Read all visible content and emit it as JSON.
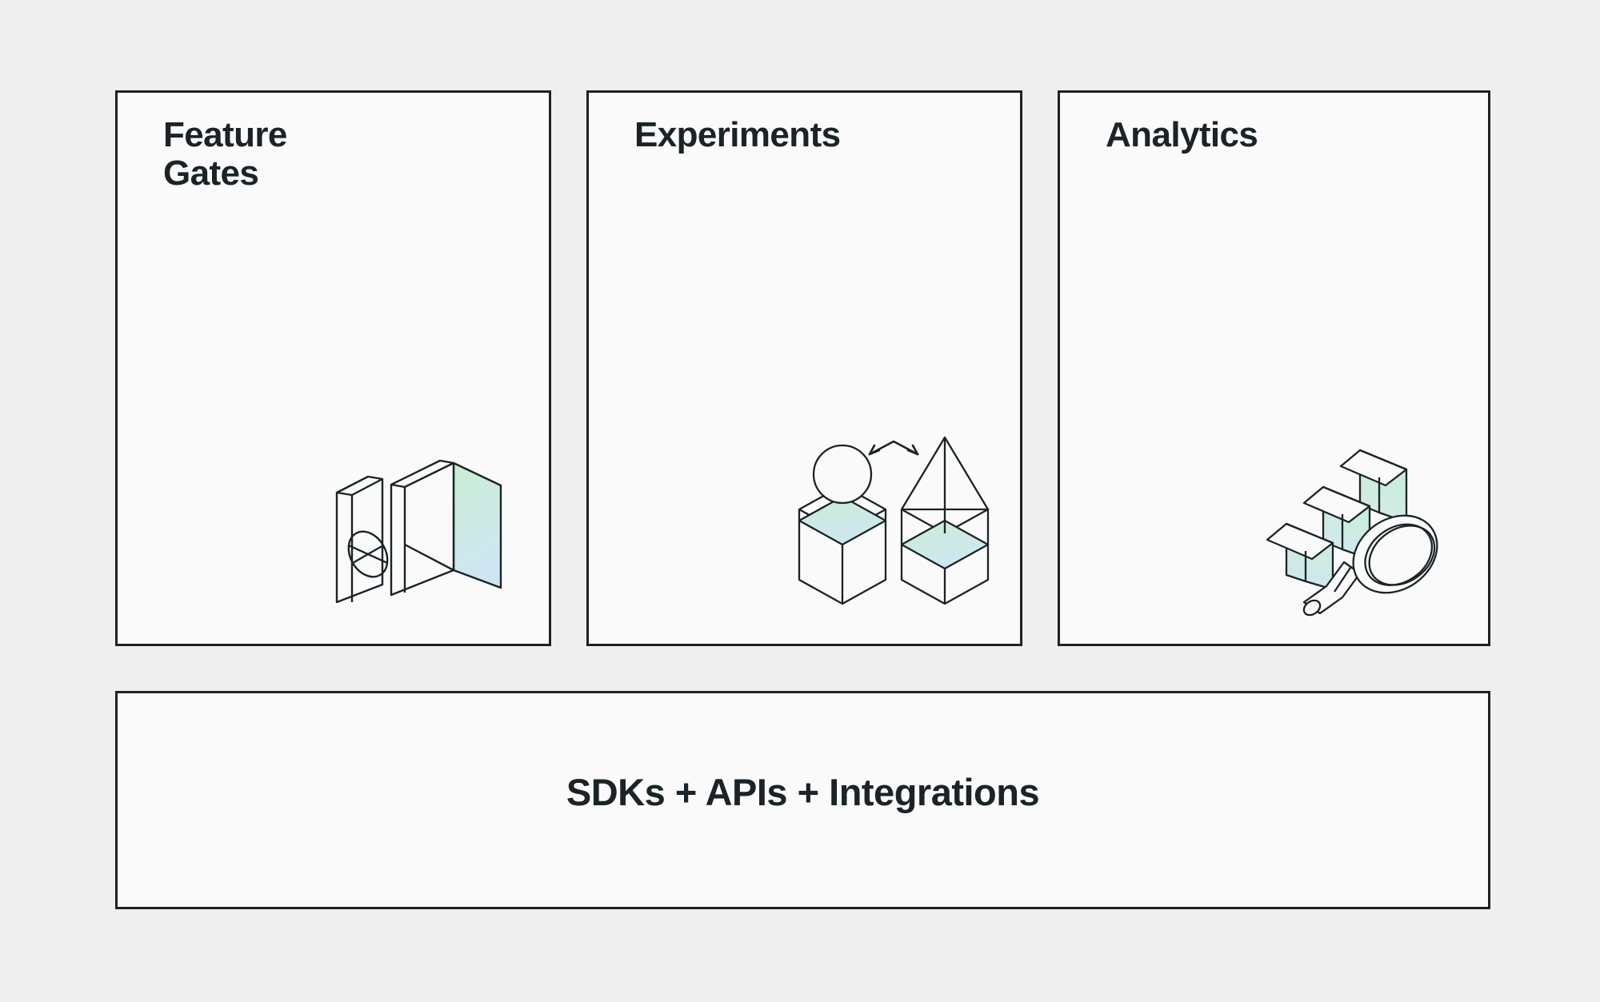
{
  "page": {
    "background_color": "#efefef",
    "card_background_color": "#fafafa",
    "border_color": "#1b2327",
    "text_color": "#1b2327",
    "gradient_start_color": "#c9eed3",
    "gradient_end_color": "#cfe6f2"
  },
  "cards": [
    {
      "id": "feature-gates",
      "title": "Feature\nGates",
      "illustration": "isometric-gate-panels-icon"
    },
    {
      "id": "experiments",
      "title": "Experiments",
      "illustration": "isometric-sphere-vs-pyramid-columns-icon"
    },
    {
      "id": "analytics",
      "title": "Analytics",
      "illustration": "isometric-bar-chart-magnifier-icon"
    }
  ],
  "banner": {
    "title": "SDKs + APIs + Integrations"
  }
}
